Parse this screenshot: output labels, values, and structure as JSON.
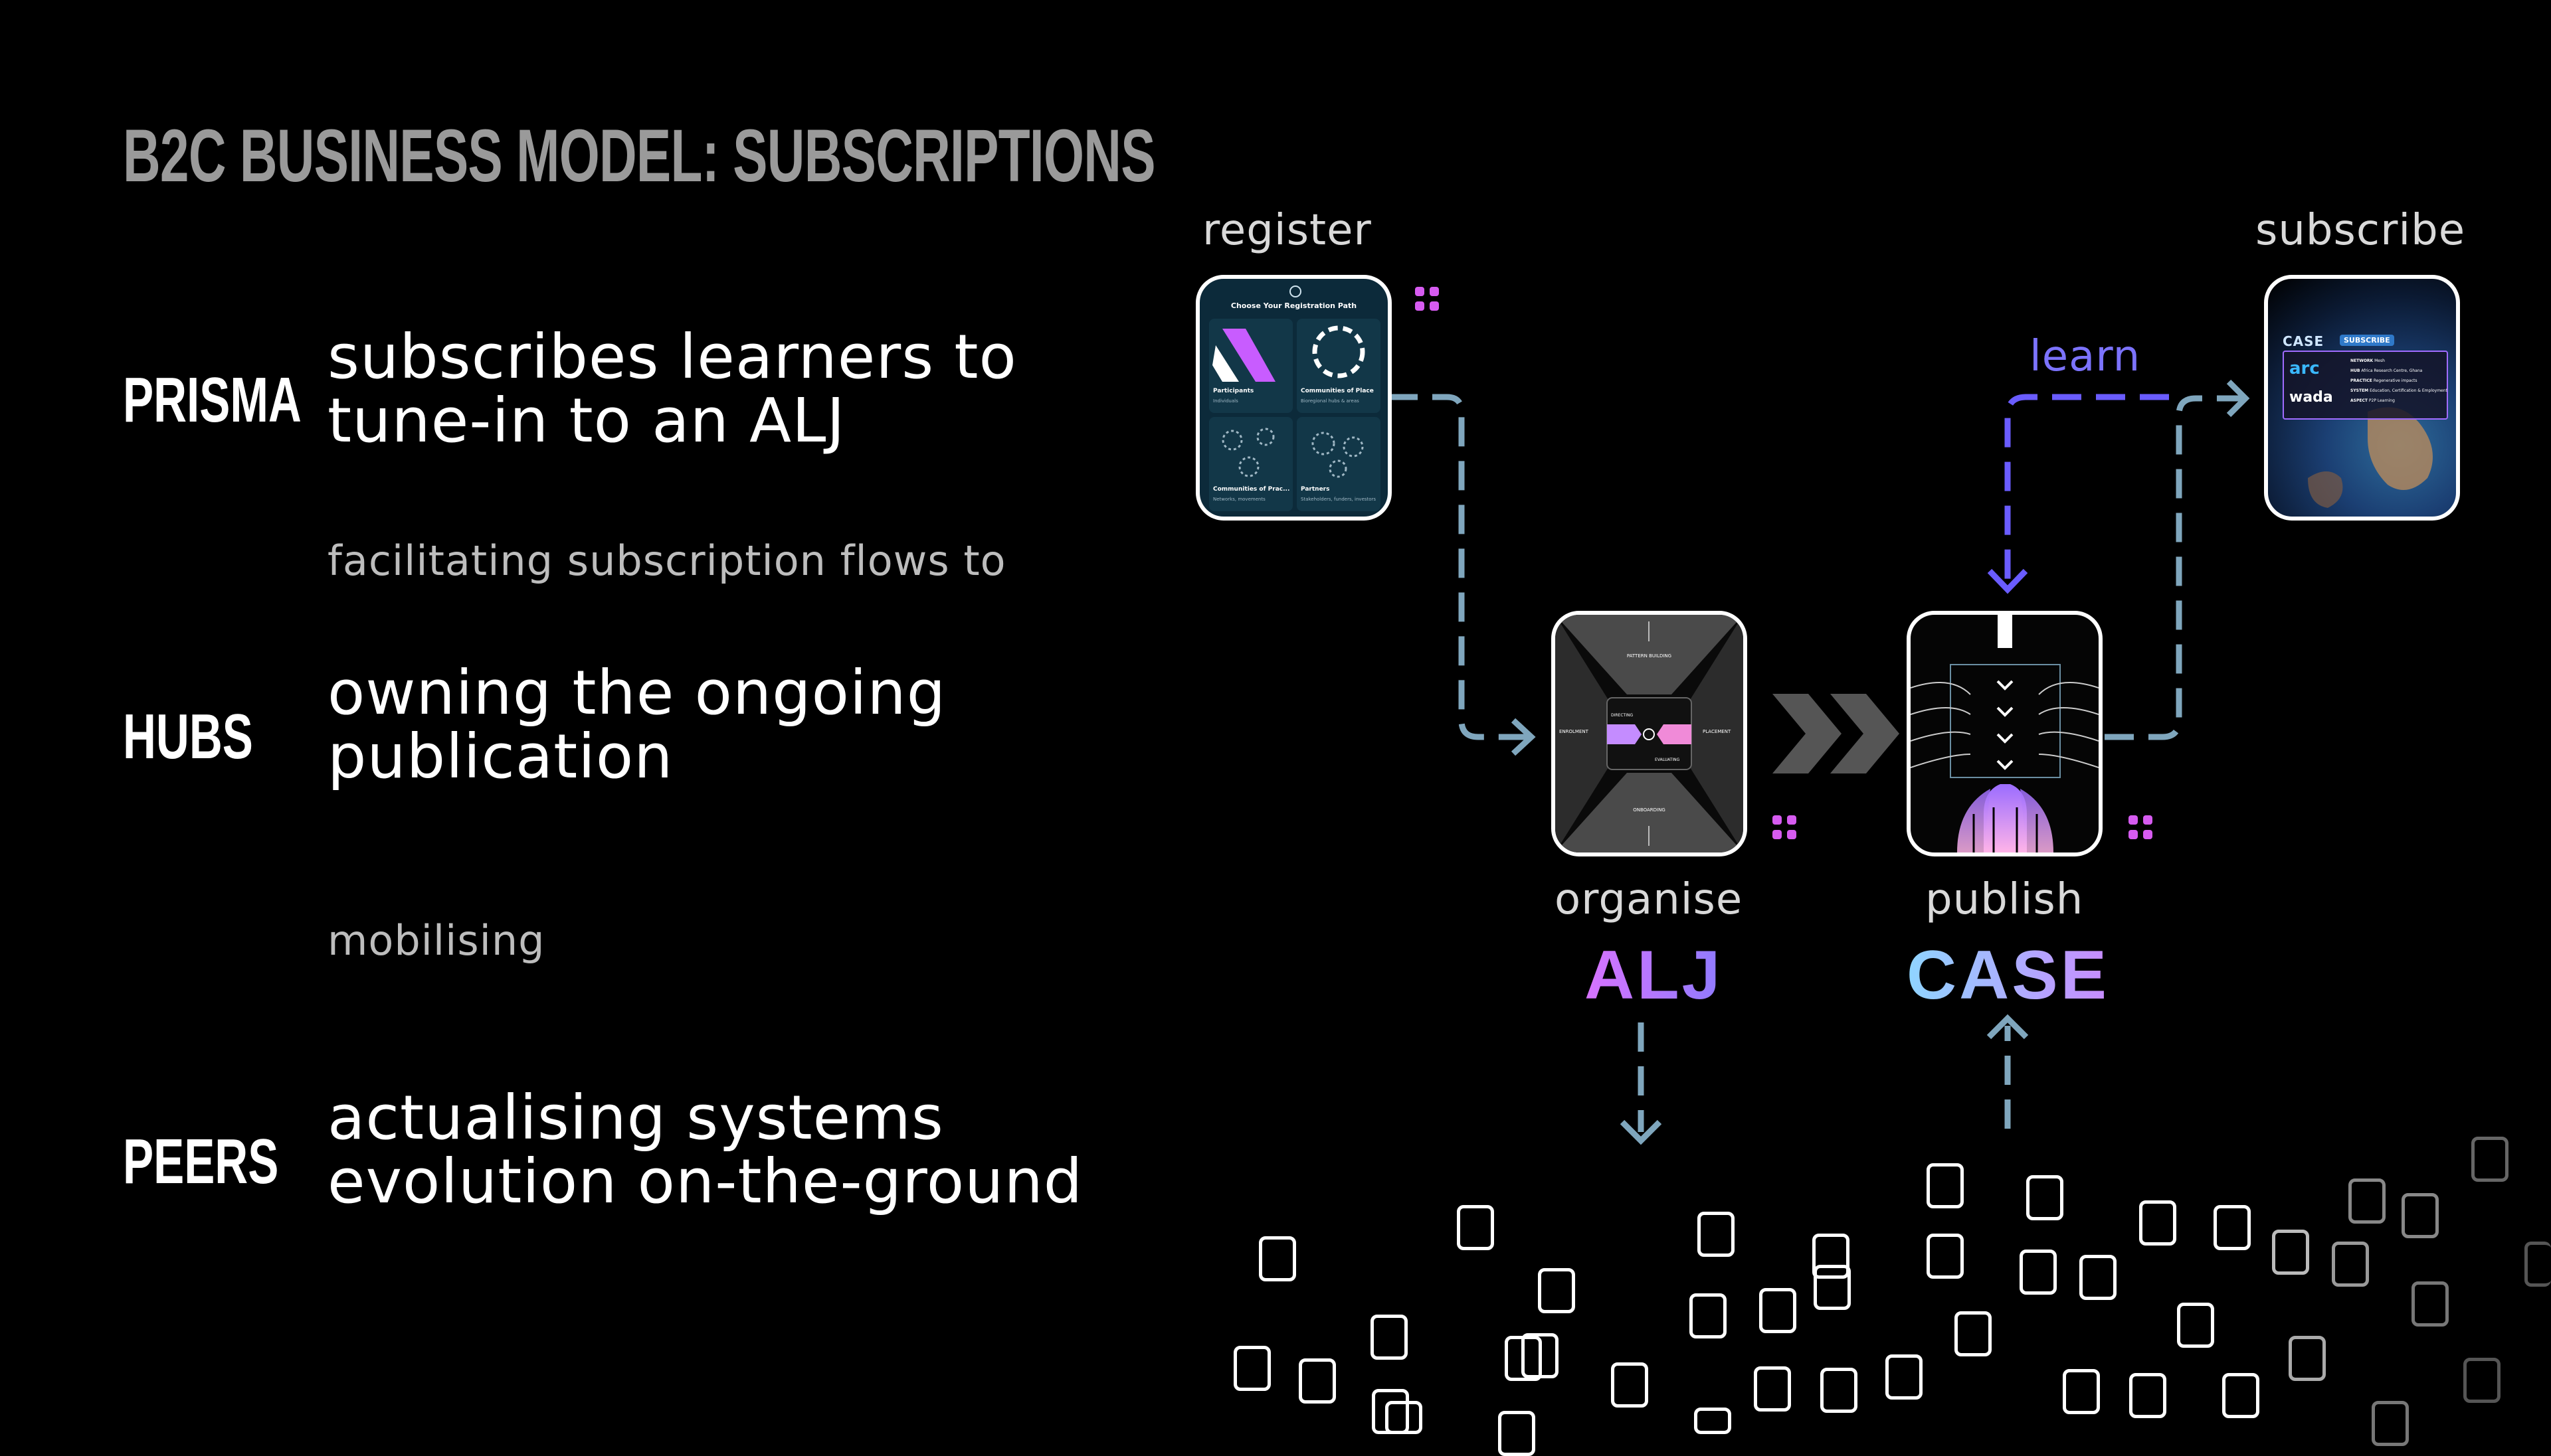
{
  "title": "B2C BUSINESS MODEL: SUBSCRIPTIONS",
  "rows": [
    {
      "label": "PRISMA",
      "line1": "subscribes learners to",
      "line2": "tune-in to an ALJ"
    },
    {
      "connector": "facilitating subscription flows to"
    },
    {
      "label": "HUBS",
      "line1": "owning the ongoing",
      "line2": "publication"
    },
    {
      "connector": "mobilising"
    },
    {
      "label": "PEERS",
      "line1": "actualising systems",
      "line2": "evolution on-the-ground"
    }
  ],
  "diagram": {
    "steps": {
      "register": "register",
      "subscribe": "subscribe",
      "learn": "learn",
      "organise": "organise",
      "publish": "publish"
    },
    "brands": {
      "alj": "ALJ",
      "case": "CASE"
    },
    "register_card": {
      "heading": "Choose Your Registration Path",
      "tiles": [
        {
          "title": "Participants",
          "sub": "Individuals"
        },
        {
          "title": "Communities of Place",
          "sub": "Bioregional hubs & areas"
        },
        {
          "title": "Communities of Prac...",
          "sub": "Networks, movements"
        },
        {
          "title": "Partners",
          "sub": "Stakeholders, funders, investors"
        }
      ]
    },
    "organise_card": {
      "labels": [
        "PATTERN BUILDING",
        "ENROLMENT",
        "PLACEMENT",
        "ONBOARDING",
        "DIRECTING",
        "EVALUATING"
      ]
    },
    "subscribe_card": {
      "case_label": "CASE",
      "pill": "SUBSCRIBE",
      "logos": [
        "arc",
        "wada"
      ],
      "rows": [
        {
          "k": "NETWORK",
          "v": "Mesh"
        },
        {
          "k": "HUB",
          "v": "Africa Research Centre, Ghana"
        },
        {
          "k": "PRACTICE",
          "v": "Regenerative impacts"
        },
        {
          "k": "SYSTEM",
          "v": "Education, Certification & Employment"
        },
        {
          "k": "ASPECT",
          "v": "P2P Learning"
        }
      ]
    },
    "colors": {
      "arrow": "#7fa6bd",
      "learn": "#6a5cff",
      "dots": "#d65bf0",
      "alj_gradient": [
        "#d873ff",
        "#8f7bff"
      ],
      "case_gradient": [
        "#8fd5ff",
        "#c88bff"
      ]
    }
  }
}
